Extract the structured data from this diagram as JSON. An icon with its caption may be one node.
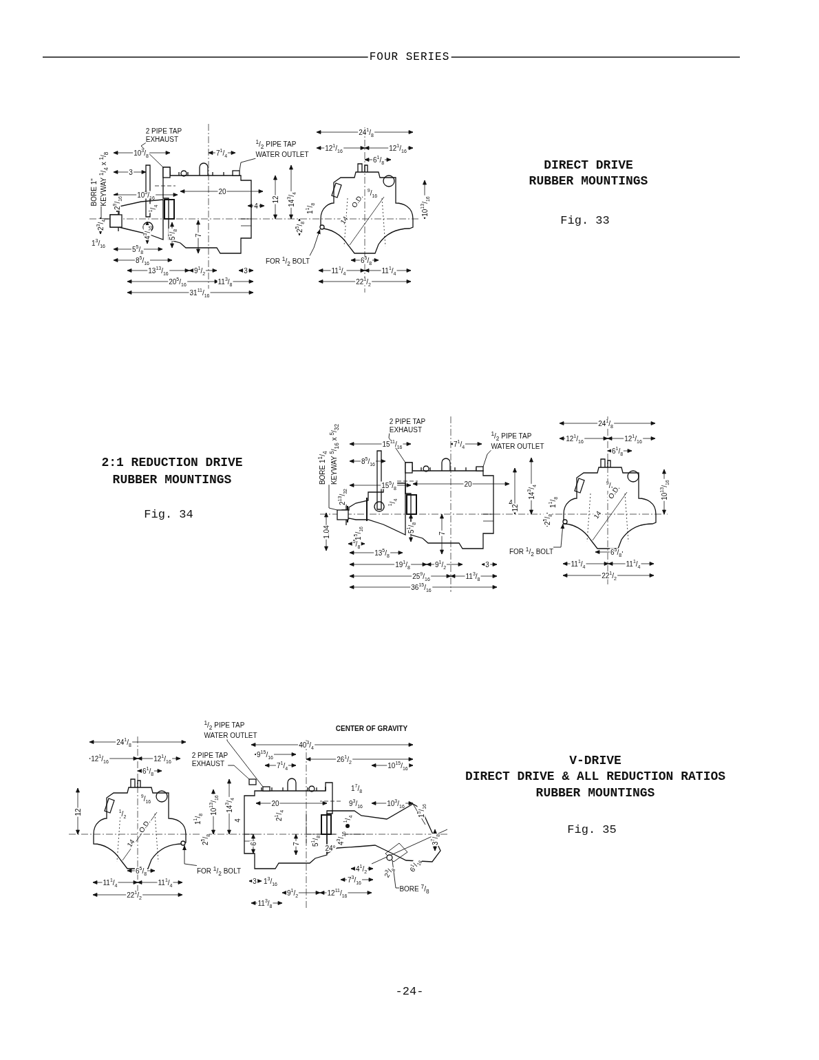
{
  "diagram": {
    "title": "FOUR SERIES",
    "nodes": [
      {
        "text": [
          "BORE 1\"",
          "KEYWAY $^{1}$/$_{4}$ x $^{1}$/$_{8}$"
        ]
      },
      {
        "text": [
          "2 PIPE TAP",
          "EXHAUST"
        ]
      },
      {
        "text": [
          "$^{1}$/$_{2}$ PIPE TAP",
          "WATER OUTLET"
        ]
      },
      {
        "text": [
          "FOR $^{1}$/$_{2}$ BOLT"
        ]
      },
      {
        "text": [
          "BORE 1$^{1}$/$_{4}$",
          "KEYWAY $^{5}$/$_{16}$ x $^{5}$/$_{32}$"
        ]
      },
      {
        "text": [
          "2 PIPE TAP",
          "EXHAUST"
        ]
      },
      {
        "text": [
          "$^{1}$/$_{2}$ PIPE TAP",
          "WATER OUTLET"
        ]
      },
      {
        "text": [
          "FOR $^{1}$/$_{2}$ BOLT"
        ]
      },
      {
        "text": [
          "$^{1}$/$_{2}$ PIPE TAP",
          "WATER OUTLET"
        ]
      },
      {
        "text": [
          "2 PIPE TAP",
          "EXHAUST"
        ]
      },
      {
        "text": [
          "FOR $^{1}$/$_{2}$ BOLT"
        ]
      },
      {
        "text": [
          "BORE $^{7}$/$_{8}$"
        ]
      },
      {
        "text": [],
        "shape": "box"
      },
      {
        "text": [],
        "shape": "box"
      },
      {
        "text": [],
        "shape": "box"
      },
      {
        "text": [],
        "shape": "circle"
      },
      {
        "text": [],
        "shape": "box"
      },
      {
        "text": [],
        "shape": "box"
      },
      {
        "text": [],
        "shape": "box"
      },
      {
        "text": [],
        "shape": "circle"
      },
      {
        "text": [],
        "shape": "box"
      },
      {
        "text": [],
        "shape": "box"
      },
      {
        "text": [],
        "shape": "circle"
      },
      {
        "text": [],
        "shape": "circle"
      }
    ],
    "edges": [
      {
        "from": 0,
        "to": 12,
        "arrow": "none"
      },
      {
        "from": 1,
        "to": 13,
        "arrow": "none"
      },
      {
        "from": 2,
        "to": 14,
        "arrow": "none"
      },
      {
        "from": 3,
        "to": 15,
        "arrow": "to"
      },
      {
        "from": 4,
        "to": 16,
        "arrow": "none"
      },
      {
        "from": 5,
        "to": 17,
        "arrow": "none"
      },
      {
        "from": 6,
        "to": 18,
        "arrow": "none"
      },
      {
        "from": 7,
        "to": 19,
        "arrow": "to"
      },
      {
        "from": 8,
        "to": 20,
        "arrow": "none"
      },
      {
        "from": 9,
        "to": 21,
        "arrow": "none"
      },
      {
        "from": 10,
        "to": 22,
        "arrow": "to"
      },
      {
        "from": 11,
        "to": 23,
        "arrow": "none"
      }
    ],
    "labels": [
      "10$^{3}$/$_{8}$",
      "3",
      "10$^{5}$/$_{16}$",
      "2$^{9}$/$_{16}$",
      "$^{1}$/$_{4}$",
      "2$^{3}$/$_{4}$",
      "4$^{3}$/$_{16}$",
      "5$^{1}$/$_{8}$",
      "7",
      "1$^{3}$/$_{16}$",
      "5$^{5}$/$_{8}$",
      "8$^{5}$/$_{16}$",
      "13$^{13}$/$_{16}$",
      "9$^{1}$/$_{2}$",
      "3",
      "20$^{5}$/$_{16}$",
      "11$^{3}$/$_{8}$",
      "31$^{11}$/$_{16}$",
      "7$^{1}$/$_{4}$",
      "20",
      "4",
      "12",
      "14$^{3}$/$_{4}$",
      "24$^{1}$/$_{8}$",
      "12$^{1}$/$_{16}$",
      "12$^{1}$/$_{16}$",
      "6$^{1}$/$_{8}$",
      "$^{9}$/$_{16}$",
      "1$^{1}$/$_{8}$",
      "2$^{5}$/$_{8}$",
      "O.D.",
      "14",
      "10$^{13}$/$_{16}$",
      "6$^{5}$/$_{8}$",
      "11$^{1}$/$_{4}$",
      "11$^{1}$/$_{4}$",
      "22$^{1}$/$_{2}$",
      "DIRECT DRIVE",
      "RUBBER MOUNTINGS",
      "Fig. 33",
      "15$^{11}$/$_{16}$",
      "8$^{5}$/$_{16}$",
      "15$^{5}$/$_{8}$",
      "2$^{13}$/$_{32}$",
      "$^{1}$/$_{4}$",
      "1.04",
      "1$^{5}$/$_{16}$",
      "5$^{1}$/$_{8}$",
      "7",
      "$^{5}$/$_{8}$",
      "13$^{5}$/$_{8}$",
      "19$^{1}$/$_{8}$",
      "9$^{1}$/$_{2}$",
      "3",
      "25$^{9}$/$_{16}$",
      "11$^{3}$/$_{8}$",
      "36$^{15}$/$_{16}$",
      "7$^{1}$/$_{4}$",
      "20",
      "4",
      "12",
      "14$^{3}$/$_{4}$",
      "24$^{1}$/$_{8}$",
      "12$^{1}$/$_{16}$",
      "12$^{1}$/$_{16}$",
      "6$^{1}$/$_{8}$",
      "$^{9}$/$_{16}$",
      "1$^{1}$/$_{8}$",
      "2$^{5}$/$_{8}$",
      "O.D.",
      "14",
      "10$^{13}$/$_{16}$",
      "6$^{5}$/$_{8}$",
      "11$^{1}$/$_{4}$",
      "11$^{1}$/$_{4}$",
      "22$^{1}$/$_{2}$",
      "2:1 REDUCTION DRIVE",
      "RUBBER MOUNTINGS",
      "Fig. 34",
      "24$^{1}$/$_{8}$",
      "12$^{1}$/$_{16}$",
      "12$^{1}$/$_{16}$",
      "6$^{1}$/$_{8}$",
      "12",
      "$^{9}$/$_{16}$",
      "$^{1}$/$_{2}$",
      "O.D.",
      "14",
      "1$^{1}$/$_{8}$",
      "10$^{13}$/$_{16}$",
      "2$^{5}$/$_{8}$",
      "6$^{5}$/$_{8}$",
      "11$^{1}$/$_{4}$",
      "11$^{1}$/$_{4}$",
      "22$^{1}$/$_{2}$",
      "40$^{3}$/$_{4}$",
      "9$^{15}$/$_{16}$",
      "7$^{1}$/$_{4}$",
      "26$^{1}$/$_{2}$",
      "14$^{3}$/$_{4}$",
      "4",
      "20",
      "2$^{1}$/$_{4}$",
      "1$^{7}$/$_{8}$",
      "10$^{15}$/$_{16}$",
      "9$^{3}$/$_{16}$",
      "10$^{3}$/$_{16}$",
      "1$^{5}$/$_{16}$",
      "$^{1}$/$_{4}$",
      "6",
      "7",
      "5$^{1}$/$_{8}$",
      "24°",
      "4$^{3}$/$_{16}$",
      "3$^{7}$/$_{8}$",
      "4$^{1}$/$_{2}$",
      "7$^{3}$/$_{16}$",
      "2$^{3}$/$_{8}$",
      "6$^{1}$/$_{16}$",
      "3",
      "1$^{3}$/$_{16}$",
      "9$^{1}$/$_{2}$",
      "12$^{11}$/$_{16}$",
      "11$^{3}$/$_{8}$",
      "CENTER OF GRAVITY",
      "V-DRIVE",
      "DIRECT DRIVE & ALL REDUCTION RATIOS",
      "RUBBER MOUNTINGS",
      "Fig. 35",
      "-24-"
    ]
  }
}
